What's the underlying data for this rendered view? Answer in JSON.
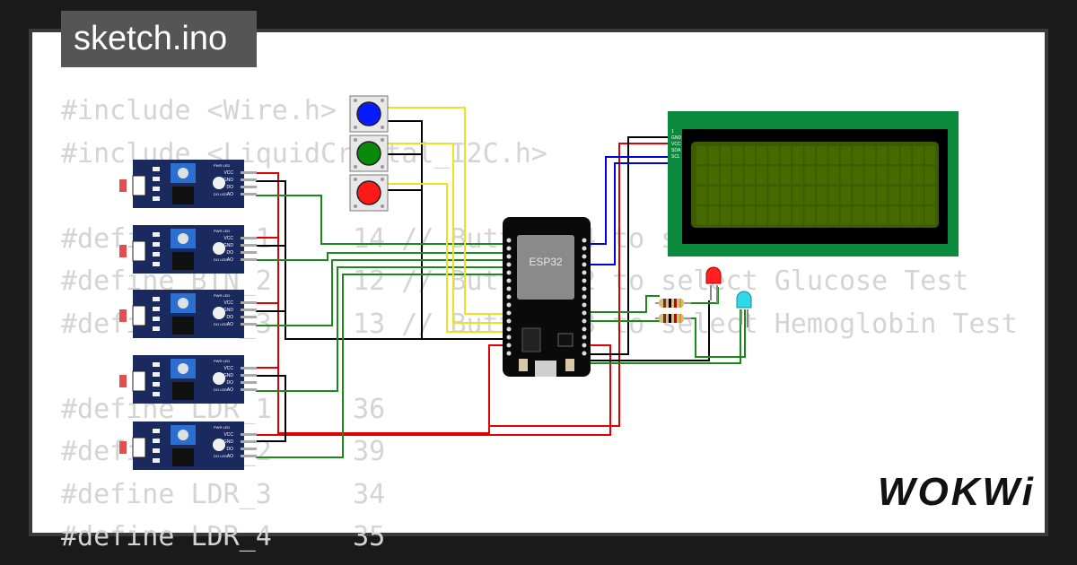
{
  "title": "sketch.ino",
  "brand": "WOKWi",
  "code_lines": [
    "#include <Wire.h>",
    "#include <LiquidCrystal_I2C.h>",
    "",
    "#define BTN_1     14 // Button 14 to select Cholesterol",
    "#define BTN_2     12 // Button 12 to select Glucose Test",
    "#define BTN_3     13 // Button 13 to select Hemoglobin Test",
    "",
    "#define LDR_1     36",
    "#define LDR_2     39",
    "#define LDR_3     34",
    "#define LDR_4     35"
  ],
  "esp32_label": "ESP32",
  "ldr_module": {
    "pins": [
      "VCC",
      "GND",
      "DO",
      "AO"
    ],
    "leds": [
      "PWR LED",
      "DO LED"
    ]
  },
  "lcd_pins": [
    "1",
    "GND",
    "VCC",
    "SDA",
    "SCL"
  ],
  "colors": {
    "lcd_board": "#0b8a3e",
    "lcd_screen": "#3d5c00",
    "module_board": "#1b2a5e",
    "wire_red": "#e00000",
    "wire_black": "#000000",
    "wire_green": "#1a8a1a",
    "wire_yellow": "#f0e020",
    "wire_blue": "#0000e0"
  },
  "buttons": [
    {
      "name": "blue",
      "color": "#0a1aff"
    },
    {
      "name": "green",
      "color": "#0a8a0a"
    },
    {
      "name": "red",
      "color": "#ff1a1a"
    }
  ],
  "leds": [
    {
      "name": "red-led",
      "color": "#ff2020"
    },
    {
      "name": "cyan-led",
      "color": "#20d0e0"
    }
  ]
}
